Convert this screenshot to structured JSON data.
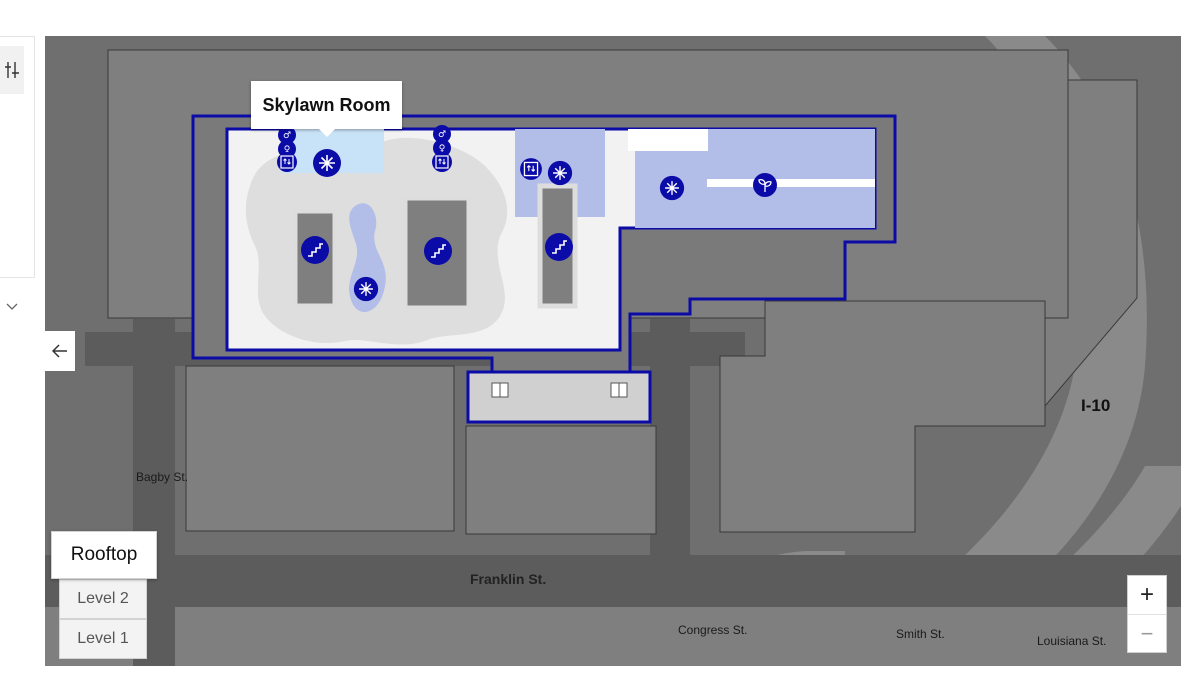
{
  "map": {
    "room_label": "Skylawn Room",
    "streets": {
      "bagby": "Bagby St.",
      "franklin": "Franklin St.",
      "congress": "Congress St.",
      "smith": "Smith St.",
      "louisiana": "Louisiana St.",
      "highway": "I-10"
    },
    "colors": {
      "accent": "#0b0ba8",
      "highlight_room": "#b2bde8",
      "selected_room": "#c8e2f7",
      "ground": "#6f6f6f",
      "building": "#7f7f7f",
      "floor": "#f2f2f2"
    },
    "icons": [
      "restroom-icon",
      "elevator-icon",
      "amenity-icon",
      "stairs-icon",
      "garden-icon",
      "door-icon"
    ]
  },
  "levels": {
    "active": "Rooftop",
    "level2": "Level 2",
    "level1": "Level 1"
  },
  "zoom": {
    "in": "+",
    "out": "−"
  },
  "nav": {
    "back_icon": "arrow-left-icon",
    "filter_icon": "sliders-icon",
    "chevron_icon": "chevron-down-icon"
  }
}
